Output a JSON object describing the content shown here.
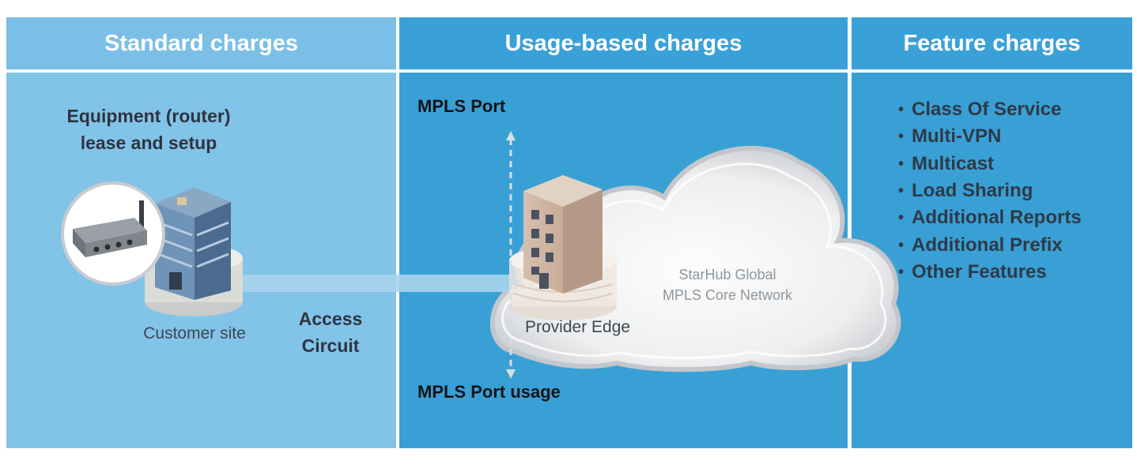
{
  "columns": {
    "standard": {
      "title": "Standard charges"
    },
    "usage": {
      "title": "Usage-based charges"
    },
    "feature": {
      "title": "Feature charges"
    }
  },
  "standard": {
    "equipment_line1": "Equipment (router)",
    "equipment_line2": "lease and setup",
    "customer_site": "Customer site",
    "access_line1": "Access",
    "access_line2": "Circuit"
  },
  "usage": {
    "mpls_port": "MPLS Port",
    "mpls_port_usage": "MPLS Port usage",
    "provider_edge": "Provider Edge",
    "cloud_line1": "StarHub Global",
    "cloud_line2": "MPLS Core Network"
  },
  "features": [
    "Class Of Service",
    "Multi-VPN",
    "Multicast",
    "Load Sharing",
    "Additional Reports",
    "Additional Prefix",
    "Other Features"
  ],
  "colors": {
    "standard_bg": "#82c3e8",
    "usage_bg": "#39a0d6",
    "header_text": "#ffffff",
    "dark_text": "#2e3440"
  }
}
